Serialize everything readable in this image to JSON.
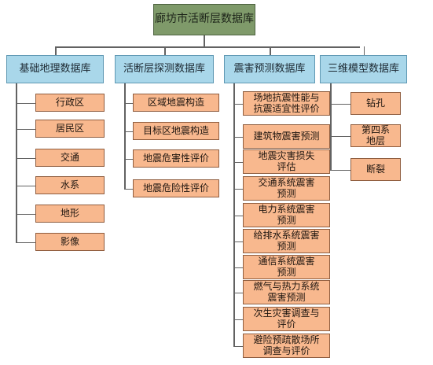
{
  "diagram": {
    "root": "廊坊市活断层数据库",
    "categories": [
      {
        "label": "基础地理数据库",
        "items": [
          "行政区",
          "居民区",
          "交通",
          "水系",
          "地形",
          "影像"
        ]
      },
      {
        "label": "活断层探测数据库",
        "items": [
          "区域地震构造",
          "目标区地震构造",
          "地震危害性评价",
          "地震危险性评价"
        ]
      },
      {
        "label": "震害预测数据库",
        "items": [
          "场地抗震性能与\n抗震适宜性评价",
          "建筑物震害预测",
          "地震灾害损失\n评估",
          "交通系统震害\n预测",
          "电力系统震害\n预测",
          "给排水系统震害\n预测",
          "通信系统震害\n预测",
          "燃气与热力系统\n震害预测",
          "次生灾害调查与\n评价",
          "避险预疏散场所\n调查与评价"
        ]
      },
      {
        "label": "三维模型数据库",
        "items": [
          "钻孔",
          "第四系\n地层",
          "断裂"
        ]
      }
    ]
  },
  "colors": {
    "root_fill": "#7f9a6a",
    "category_fill": "#a9d7ea",
    "leaf_fill": "#f8b88e",
    "connector": "#626262"
  }
}
